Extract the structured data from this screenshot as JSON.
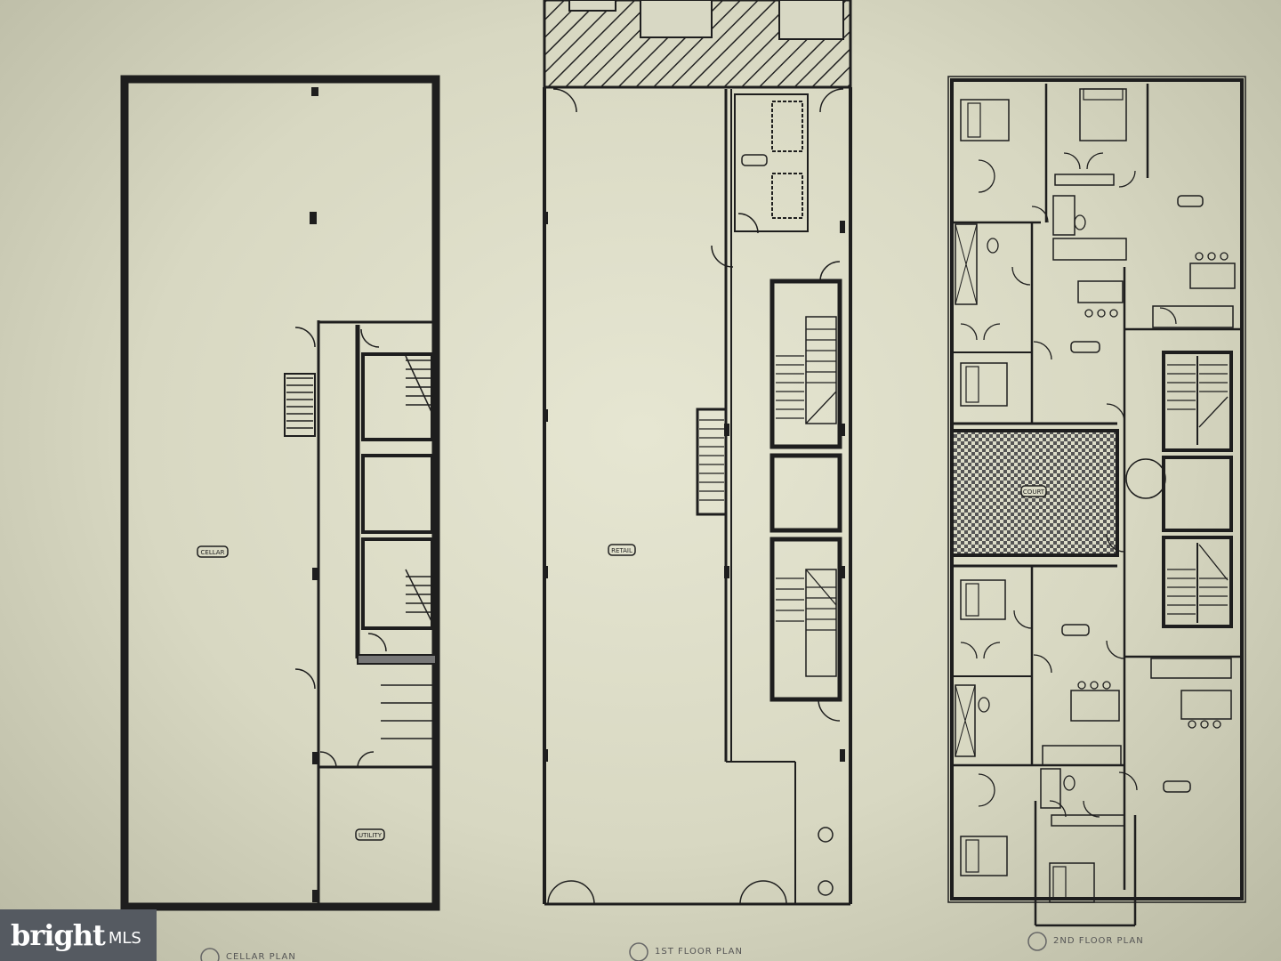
{
  "plans": [
    {
      "id": "cellar",
      "caption": "CELLAR PLAN"
    },
    {
      "id": "first",
      "caption": "1ST FLOOR PLAN"
    },
    {
      "id": "second",
      "caption": "2ND FLOOR PLAN"
    }
  ],
  "room_tags": {
    "cellar_main": "CELLAR",
    "cellar_utility": "UTILITY",
    "first_retail": "RETAIL",
    "second_court": "COURT"
  },
  "watermark": {
    "brand": "bright",
    "suffix": "MLS"
  },
  "colors": {
    "paper": "#e0e0cb",
    "ink": "#1e1e1e",
    "watermark_bg": "#555a61"
  }
}
